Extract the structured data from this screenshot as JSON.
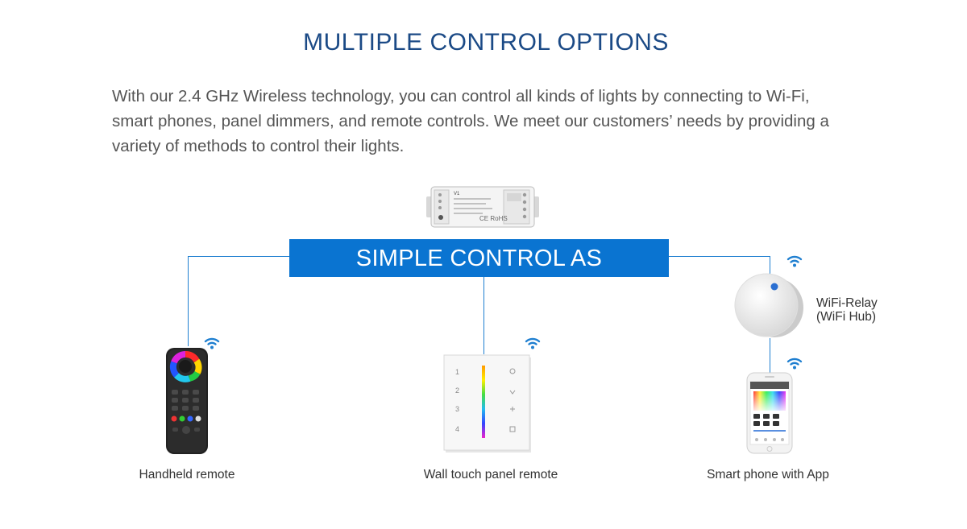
{
  "title": "MULTIPLE CONTROL OPTIONS",
  "intro_lines": [
    "With our 2.4 GHz Wireless technology, you can control all kinds of lights by connecting to Wi-Fi,",
    "smart phones, panel dimmers, and remote controls. We meet our customers’ needs by providing a",
    "variety of methods to control their lights."
  ],
  "banner": "SIMPLE CONTROL AS",
  "controller_label": "V1",
  "relay_label_line1": "WiFi-Relay",
  "relay_label_line2": "(WiFi Hub)",
  "captions": {
    "handheld": "Handheld remote",
    "wall": "Wall touch panel remote",
    "phone": "Smart phone with App"
  },
  "panel_zones": [
    "1",
    "2",
    "3",
    "4"
  ],
  "colors": {
    "banner": "#0a74d1",
    "title": "#1b4a86",
    "line": "#1f7fd0",
    "wifi": "#1f7fd0"
  }
}
